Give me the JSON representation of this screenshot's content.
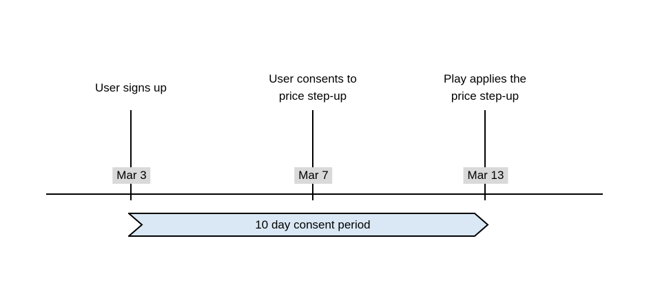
{
  "diagram": {
    "background": "#ffffff",
    "line_color": "#000000",
    "text_color": "#000000",
    "date_label_bg": "#d9d9d9",
    "events": [
      {
        "title": "User signs up",
        "date": "Mar 3"
      },
      {
        "title": "User consents to\nprice step-up",
        "date": "Mar 7"
      },
      {
        "title": "Play applies the\nprice step-up",
        "date": "Mar 13"
      }
    ],
    "banner": {
      "label": "10 day consent period",
      "fill": "#dae8f5",
      "stroke": "#000000"
    }
  }
}
